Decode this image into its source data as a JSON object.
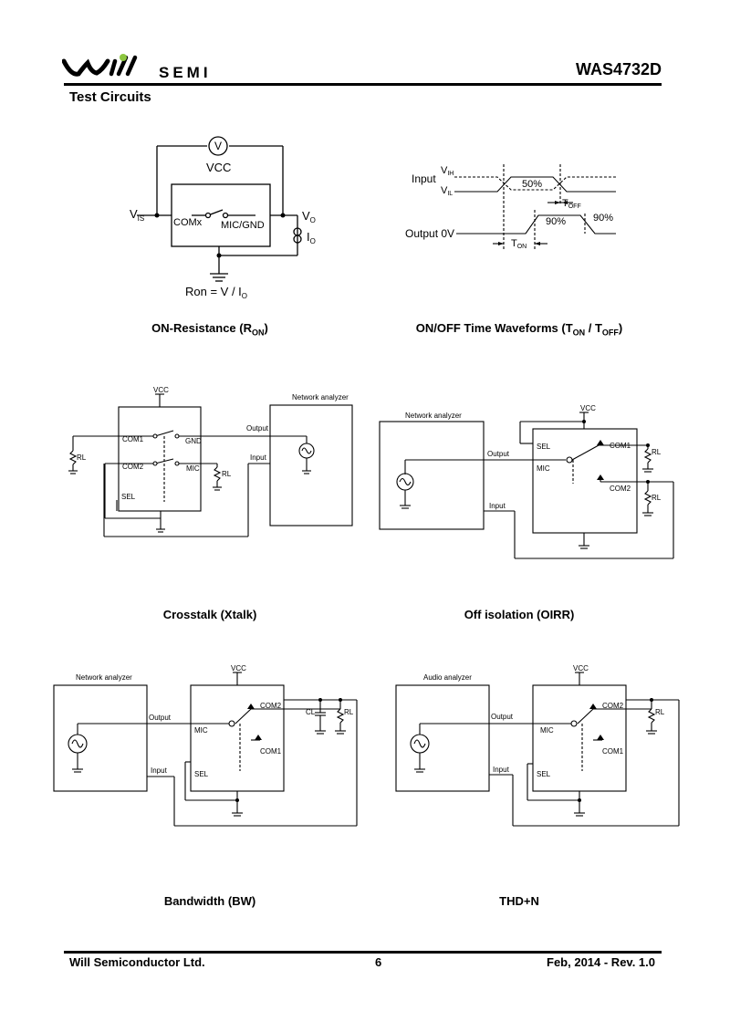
{
  "header": {
    "logo_text": "SEMI",
    "part_number": "WAS4732D",
    "logo_dot_color": "#8cc63f"
  },
  "section_title": "Test Circuits",
  "ron": {
    "caption_main": "ON-Resistance (R",
    "caption_sub": "ON",
    "caption_end": ")",
    "vcc": "VCC",
    "v_meter": "V",
    "vis_main": "V",
    "vis_sub": "IS",
    "comx": "COMx",
    "micgnd": "MIC/GND",
    "vo_main": "V",
    "vo_sub": "O",
    "io_main": "I",
    "io_sub": "O",
    "formula_main": "Ron = V / I",
    "formula_sub": "O"
  },
  "timing": {
    "caption_main": "ON/OFF Time Waveforms (T",
    "caption_sub1": "ON",
    "caption_mid": " / T",
    "caption_sub2": "OFF",
    "caption_end": ")",
    "input": "Input",
    "vih_main": "V",
    "vih_sub": "IH",
    "vil_main": "V",
    "vil_sub": "IL",
    "pct50": "50%",
    "toff_main": "T",
    "toff_sub": "OFF",
    "pct90a": "90%",
    "pct90b": "90%",
    "output": "Output 0V",
    "ton_main": "T",
    "ton_sub": "ON"
  },
  "crosstalk": {
    "caption": "Crosstalk (Xtalk)",
    "vcc": "VCC",
    "analyzer": "Network analyzer",
    "com1": "COM1",
    "gnd": "GND",
    "com2": "COM2",
    "mic": "MIC",
    "sel": "SEL",
    "rl1": "RL",
    "rl2": "RL",
    "output": "Output",
    "input": "Input"
  },
  "isolation": {
    "caption": "Off isolation (OIRR)",
    "vcc": "VCC",
    "analyzer": "Network analyzer",
    "sel": "SEL",
    "com1": "COM1",
    "mic": "MIC",
    "com2": "COM2",
    "rl1": "RL",
    "rl2": "RL",
    "output": "Output",
    "input": "Input"
  },
  "bandwidth": {
    "caption": "Bandwidth (BW)",
    "vcc": "VCC",
    "analyzer": "Network analyzer",
    "com2": "COM2",
    "cl": "CL",
    "rl": "RL",
    "mic": "MIC",
    "com1": "COM1",
    "sel": "SEL",
    "output": "Output",
    "input": "Input"
  },
  "thd": {
    "caption": "THD+N",
    "vcc": "VCC",
    "analyzer": "Audio analyzer",
    "com2": "COM2",
    "rl": "RL",
    "mic": "MIC",
    "com1": "COM1",
    "sel": "SEL",
    "output": "Output",
    "input": "Input"
  },
  "footer": {
    "company": "Will Semiconductor Ltd.",
    "page": "6",
    "date_rev": "Feb, 2014 - Rev. 1.0"
  }
}
